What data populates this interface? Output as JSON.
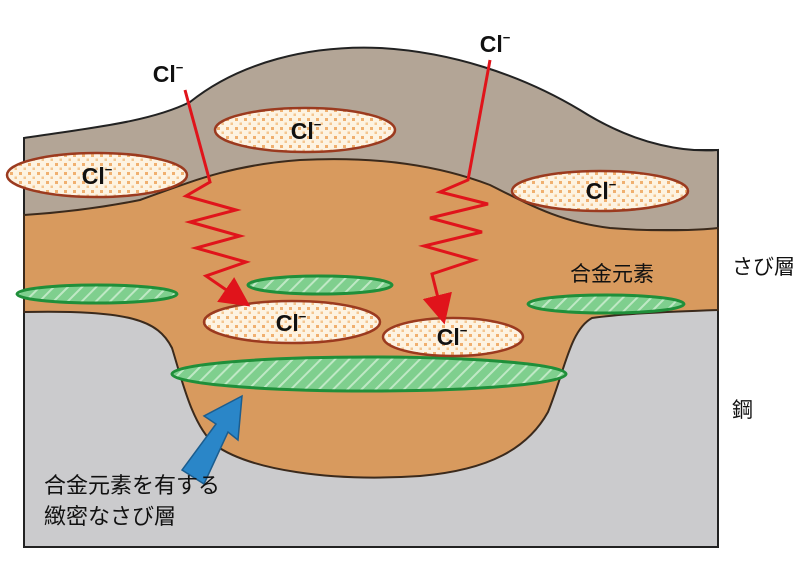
{
  "colors": {
    "background": "#ffffff",
    "outer_rust": "#b3a596",
    "rust_layer": "#d89a5e",
    "steel": "#cbcbcd",
    "outline": "#3b2a1c",
    "chloride_fill": "#fdf3e2",
    "chloride_dot": "#f0b070",
    "chloride_border": "#9b3a1f",
    "alloy_fill": "#7fcf8e",
    "alloy_border": "#1f8f3a",
    "attack_arrow": "#e0141b",
    "pointer_arrow": "#2a86c8"
  },
  "chloride": {
    "symbol": "Cl",
    "charge": "−"
  },
  "labels": {
    "rust_layer": "さび層",
    "steel": "鋼",
    "alloy_element": "合金元素",
    "dense_rust_line1": "合金元素を有する",
    "dense_rust_line2": "緻密なさび層"
  }
}
